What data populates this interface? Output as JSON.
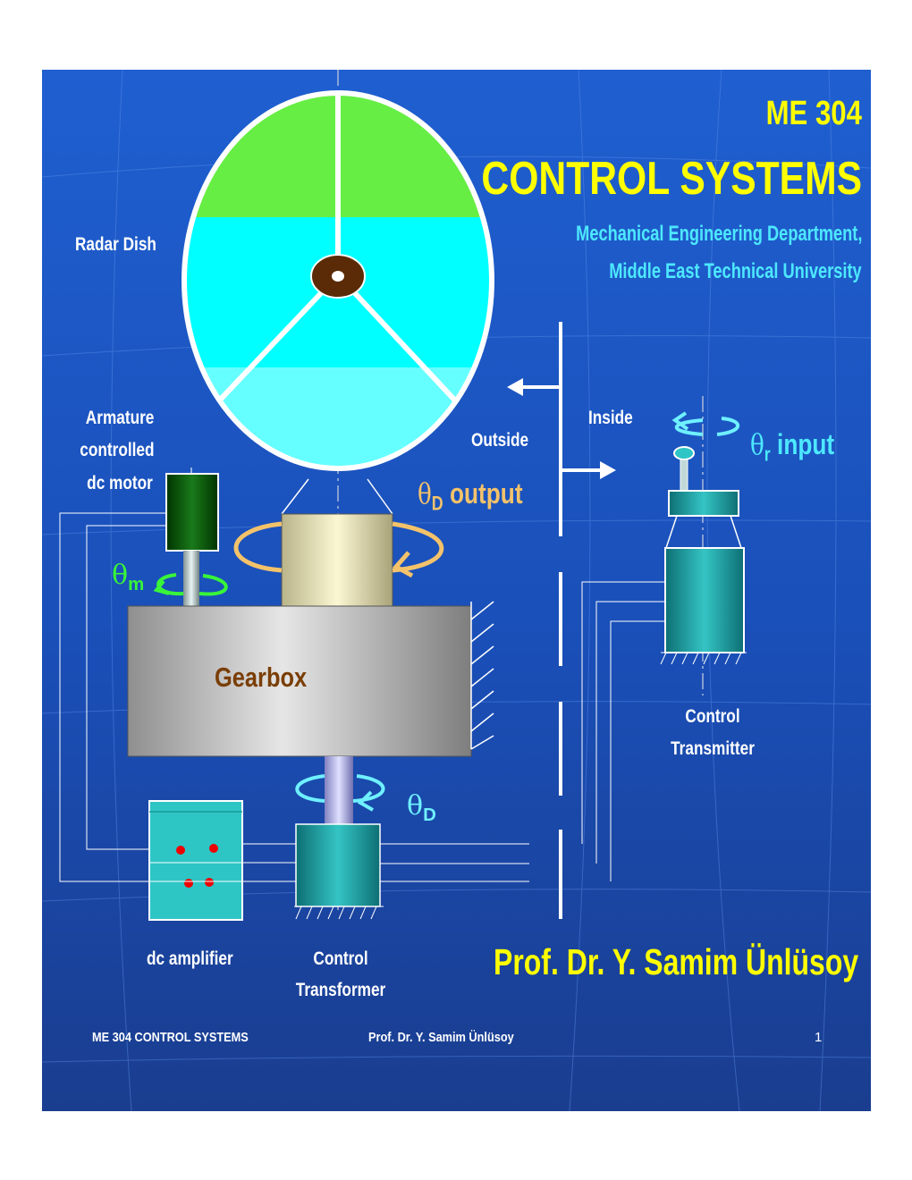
{
  "header": {
    "course": "ME 304",
    "title": "CONTROL SYSTEMS",
    "dept_line1": "Mechanical Engineering Department,",
    "dept_line2": "Middle East Technical University"
  },
  "labels": {
    "radar_dish": "Radar Dish",
    "motor_line1": "Armature",
    "motor_line2": "controlled",
    "motor_line3": "dc motor",
    "inside": "Inside",
    "outside": "Outside",
    "theta_r_symbol": "θ",
    "theta_r_sub": "r",
    "theta_r_text": "input",
    "theta_d_symbol": "θ",
    "theta_d_sub": "D",
    "theta_d_text": "output",
    "theta_m_symbol": "θ",
    "theta_m_sub": "m",
    "theta_d2_symbol": "θ",
    "theta_d2_sub": "D",
    "gearbox": "Gearbox",
    "transmitter_line1": "Control",
    "transmitter_line2": "Transmitter",
    "amplifier": "dc amplifier",
    "transformer_line1": "Control",
    "transformer_line2": "Transformer"
  },
  "author": "Prof. Dr. Y. Samim Ünlüsoy",
  "footer": {
    "left": "ME 304 CONTROL SYSTEMS",
    "center": "Prof. Dr. Y. Samim Ünlüsoy",
    "page": "1"
  },
  "colors": {
    "background": "#1f5fd0",
    "title": "#ffff00",
    "department": "#4de8ff",
    "dish_top": "#66ee44",
    "dish_middle": "#00ffff",
    "dish_bottom": "#66ffff",
    "gearbox_label": "#7a3e06",
    "output_label": "#f3c26a",
    "theta_m": "#39f539"
  }
}
